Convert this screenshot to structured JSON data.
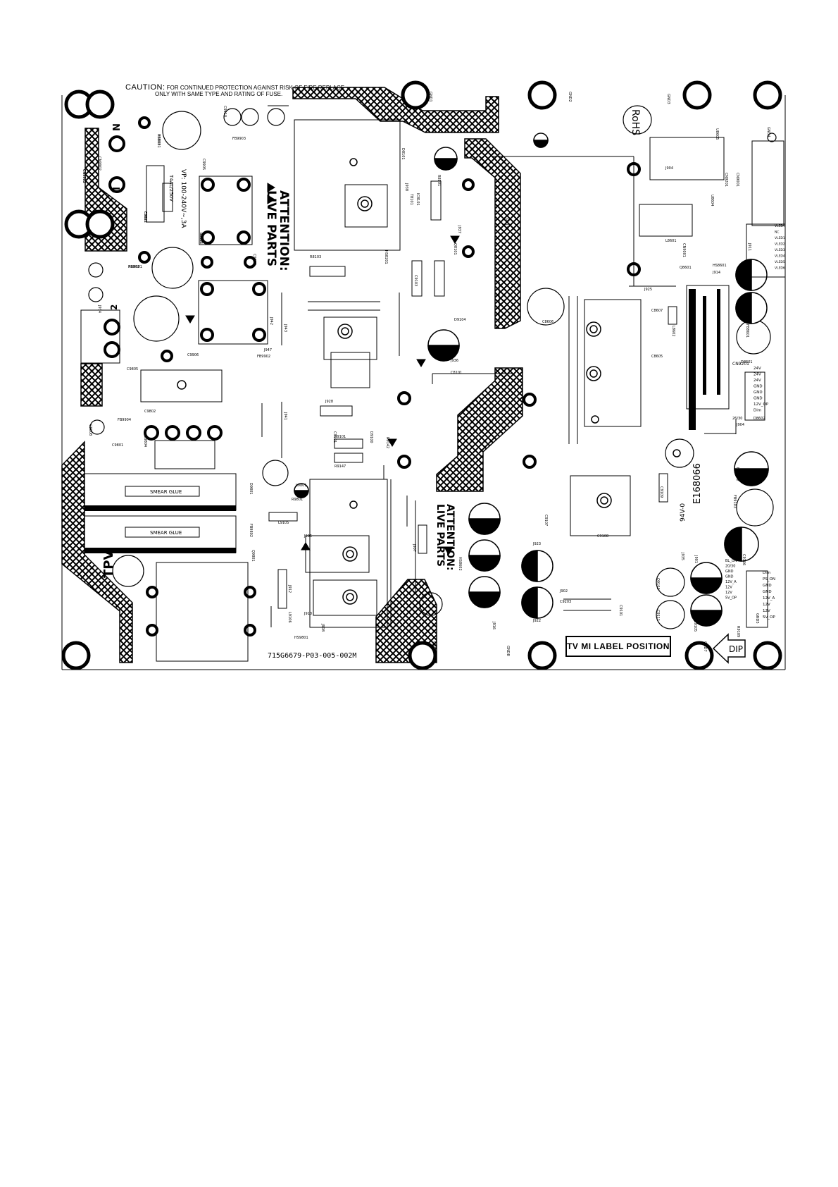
{
  "caution": {
    "title": "CAUTION:",
    "line1": "FOR CONTINUED PROTECTION AGAINST RISK OF FIRE REPLACE",
    "line2": "ONLY WITH  SAME TYPE AND RATING OF FUSE."
  },
  "attention_labels": [
    {
      "line1": "ATTENTION:",
      "line2": "LIVE PARTS"
    },
    {
      "line1": "ATTENTION:",
      "line2": "LIVE PARTS"
    }
  ],
  "rohs": "RoHS",
  "tpv": "TPV",
  "part_number": "715G6679-P03-005-002M",
  "tv_mi_label": "TV MI LABEL POSITION",
  "dip": "DIP",
  "cert_code": "E168066",
  "rating": "94V-0",
  "fuse_rating": "VP: 100-240V~,3A",
  "fuse_spec": "T4AL/250V",
  "smear_glue": "SMEAR GLUE",
  "polarity": {
    "n": "N",
    "l": "L",
    "two": "2"
  },
  "component_labels": [
    "CN9901",
    "F9901",
    "NR9901",
    "R9903",
    "L9901",
    "FB9904",
    "CN9902",
    "C9906",
    "FB9902",
    "J947",
    "C9905",
    "FB9903",
    "C9910",
    "C9902",
    "R8103",
    "HS8201",
    "J942",
    "J943",
    "J941",
    "J928",
    "R9101",
    "R9147",
    "R9142",
    "D9100",
    "C9101",
    "D9104",
    "J936",
    "C8101",
    "J937",
    "J938",
    "T8101",
    "R8101",
    "Q8101",
    "C9103",
    "D8101",
    "IC8101",
    "R8137",
    "J925",
    "Q8601",
    "HS8601",
    "J914",
    "C8606",
    "C8607",
    "C8605",
    "L8602",
    "D8601",
    "D8602",
    "FB8601",
    "CN9201",
    "J904",
    "L8601",
    "CN9001",
    "U8604",
    "U8605",
    "J911",
    "J906",
    "HS8602",
    "J902",
    "C9203",
    "C9101",
    "R9109",
    "J935",
    "J923",
    "J922",
    "J916",
    "J907",
    "C9109",
    "C9108",
    "C9107",
    "C9105",
    "C9106",
    "FB9103",
    "HS9102",
    "Q9103",
    "C9111",
    "J901",
    "L9102",
    "J908",
    "J905",
    "L9105",
    "L9106",
    "J912",
    "J910",
    "HS9801",
    "D9801",
    "FB9802",
    "L9801",
    "R9801",
    "Q9801",
    "C9808",
    "C9801",
    "C9802",
    "C9804",
    "C9805",
    "J934",
    "CN9902",
    "C9822",
    "R9802",
    "HS8001",
    "R9005"
  ],
  "cn9201_pins": [
    "24V",
    "24V",
    "24V",
    "GND",
    "GND",
    "GND",
    "12V_OP",
    "Dim"
  ],
  "cn9201_name": "CN9201",
  "cn9201_sub": "26/30",
  "cn9201_jumper": "J904",
  "cn9001_pins": [
    "VLED+",
    "NC",
    "VLED1",
    "VLED2",
    "VLED3",
    "VLED4",
    "VLED5",
    "VLED6"
  ],
  "cn9001_name": "CN9001",
  "bottom_connector_pins": [
    "Dim",
    "PS_ON",
    "GND",
    "GND",
    "12V_A",
    "12V",
    "12V",
    "5V_OP"
  ],
  "bottom_left_labels": [
    "BL_ON",
    "20/30",
    "GND",
    "GND",
    "12V_A",
    "12V",
    "12V",
    "5V_OP"
  ],
  "gnd_labels": [
    "GND1",
    "GND2",
    "GND3",
    "GND4",
    "GND5",
    "GND6",
    "GND7",
    "GND8"
  ],
  "colors": {
    "ink": "#000000",
    "paper": "#ffffff",
    "hatch": "#000000"
  }
}
